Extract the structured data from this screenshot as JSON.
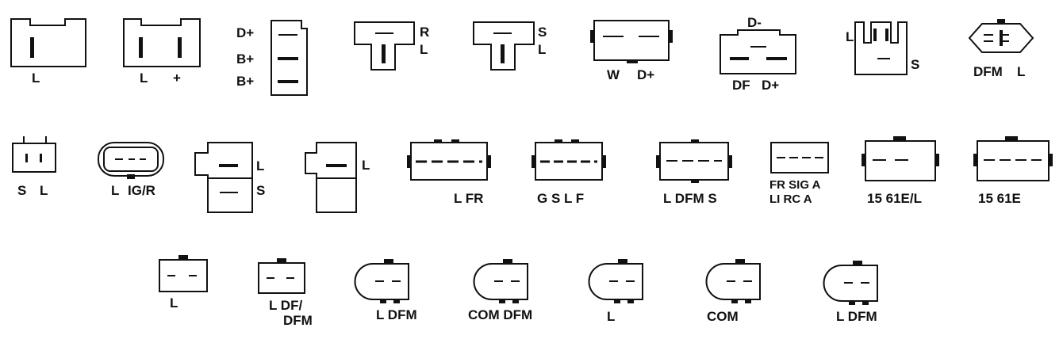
{
  "connectors": [
    {
      "id": "c01",
      "labels": [
        "L"
      ]
    },
    {
      "id": "c02",
      "labels": [
        "L",
        "+"
      ]
    },
    {
      "id": "c03",
      "labels": [
        "D+",
        "B+",
        "B+"
      ]
    },
    {
      "id": "c04",
      "labels": [
        "R",
        "L"
      ]
    },
    {
      "id": "c05",
      "labels": [
        "S",
        "L"
      ]
    },
    {
      "id": "c06",
      "labels": [
        "W",
        "D+"
      ]
    },
    {
      "id": "c07",
      "labels": [
        "D-",
        "DF",
        "D+"
      ]
    },
    {
      "id": "c08",
      "labels": [
        "L",
        "S"
      ]
    },
    {
      "id": "c09",
      "labels": [
        "DFM",
        "L"
      ]
    },
    {
      "id": "c10",
      "labels": [
        "S",
        "L"
      ]
    },
    {
      "id": "c11",
      "labels": [
        "L",
        "IG/R"
      ]
    },
    {
      "id": "c12",
      "labels": [
        "L",
        "S"
      ]
    },
    {
      "id": "c13",
      "labels": [
        "L"
      ]
    },
    {
      "id": "c14",
      "labels": [
        "L FR"
      ]
    },
    {
      "id": "c15",
      "labels": [
        "G S  L F"
      ]
    },
    {
      "id": "c16",
      "labels": [
        "L DFM S"
      ]
    },
    {
      "id": "c17",
      "labels": [
        "FR SIG A",
        "LI RC A"
      ]
    },
    {
      "id": "c18",
      "labels": [
        "15 61E/L"
      ]
    },
    {
      "id": "c19",
      "labels": [
        "15 61E"
      ]
    },
    {
      "id": "c20",
      "labels": [
        "L"
      ]
    },
    {
      "id": "c21",
      "labels": [
        "L DF/",
        "DFM"
      ]
    },
    {
      "id": "c22",
      "labels": [
        "L DFM"
      ]
    },
    {
      "id": "c23",
      "labels": [
        "COM DFM"
      ]
    },
    {
      "id": "c24",
      "labels": [
        "L"
      ]
    },
    {
      "id": "c25",
      "labels": [
        "COM"
      ]
    },
    {
      "id": "c26",
      "labels": [
        "L DFM"
      ]
    }
  ]
}
